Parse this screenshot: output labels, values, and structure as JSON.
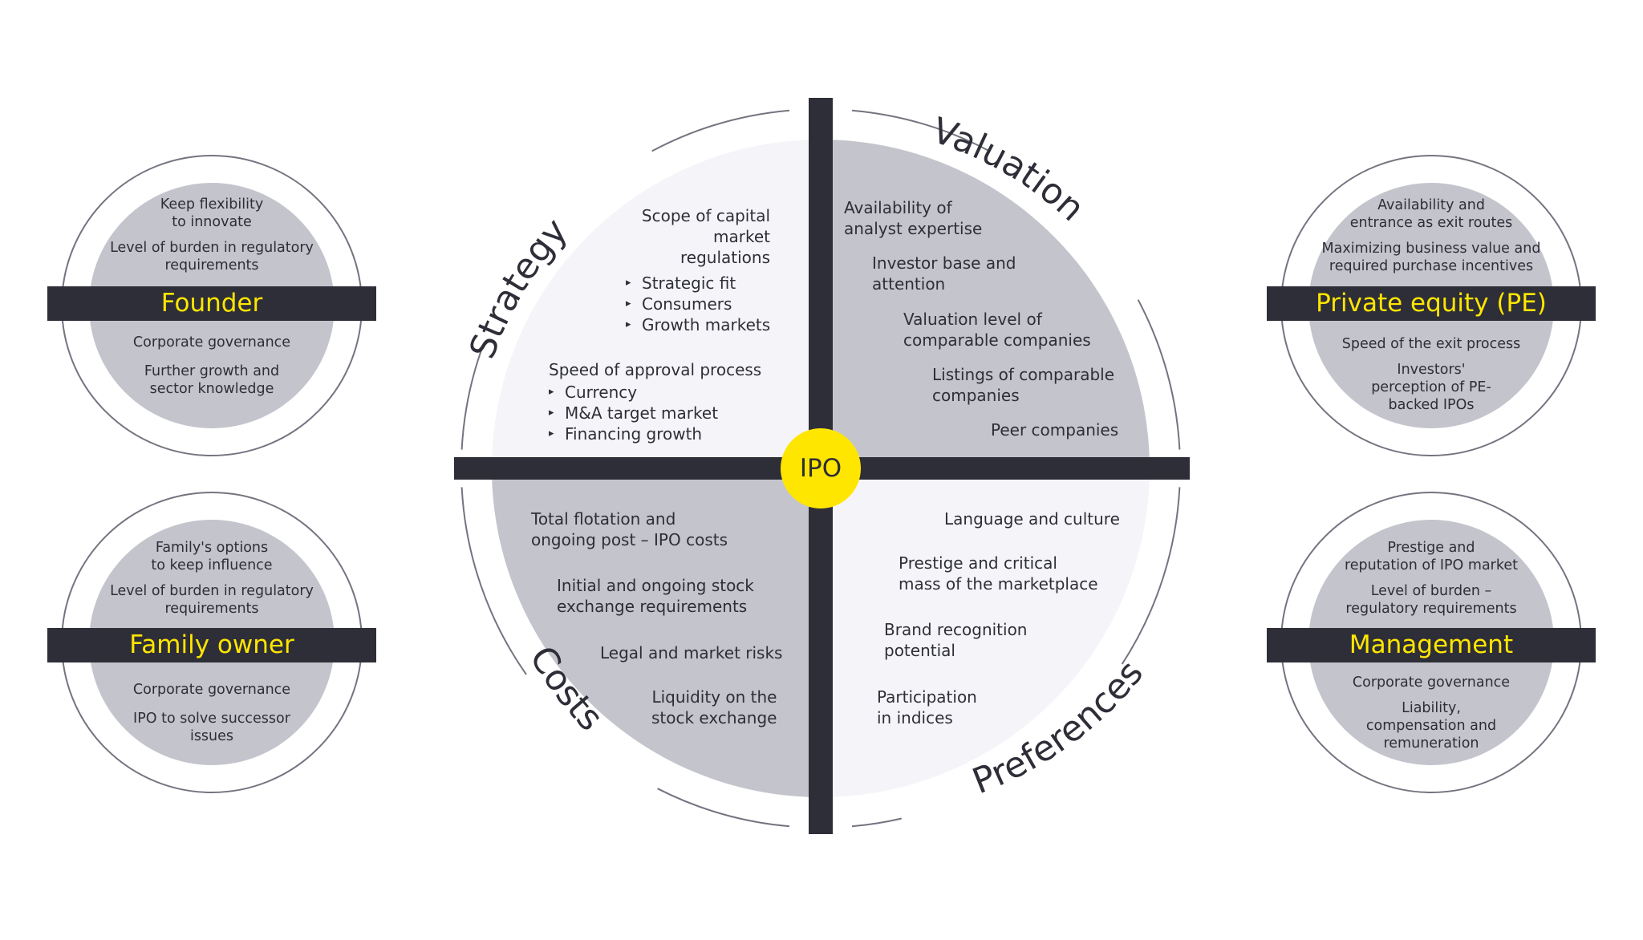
{
  "colors": {
    "dark": "#2e2e38",
    "yellow": "#ffe600",
    "grey_fill": "#c4c4cd",
    "light_fill": "#f5f5f9",
    "ring_stroke": "#747480"
  },
  "center": {
    "label": "IPO"
  },
  "quadrants": {
    "strategy": {
      "title": "Strategy",
      "item1": "Scope of capital\nmarket regulations",
      "item1_bullets": [
        "Strategic fit",
        "Consumers",
        "Growth markets"
      ],
      "item2": "Speed of approval process",
      "item2_bullets": [
        "Currency",
        "M&A target market",
        "Financing growth"
      ]
    },
    "valuation": {
      "title": "Valuation",
      "items": [
        "Availability of\nanalyst expertise",
        "Investor base and\nattention",
        "Valuation level of\ncomparable companies",
        "Listings of comparable\ncompanies",
        "Peer companies"
      ]
    },
    "costs": {
      "title": "Costs",
      "items": [
        "Total flotation and\nongoing post – IPO costs",
        "Initial and ongoing stock\nexchange requirements",
        "Legal and market risks",
        "Liquidity on the\nstock exchange"
      ]
    },
    "preferences": {
      "title": "Preferences",
      "items": [
        "Language and culture",
        "Prestige and critical\nmass of the marketplace",
        "Brand recognition\npotential",
        "Participation\nin indices"
      ]
    }
  },
  "stakeholders": {
    "founder": {
      "title": "Founder",
      "top": [
        "Keep flexibility\nto innovate",
        "Level of burden in regulatory\nrequirements"
      ],
      "bottom": [
        "Corporate governance",
        "Further growth and\nsector knowledge"
      ]
    },
    "family_owner": {
      "title": "Family owner",
      "top": [
        "Family's options\nto keep influence",
        "Level of burden in regulatory\nrequirements"
      ],
      "bottom": [
        "Corporate governance",
        "IPO to solve successor\nissues"
      ]
    },
    "private_equity": {
      "title": "Private equity (PE)",
      "top": [
        "Availability and\nentrance as exit routes",
        "Maximizing business value and\nrequired purchase incentives"
      ],
      "bottom": [
        "Speed of the exit process",
        "Investors'\nperception of PE-\nbacked IPOs"
      ]
    },
    "management": {
      "title": "Management",
      "top": [
        "Prestige and\nreputation of IPO market",
        "Level of burden –\nregulatory requirements"
      ],
      "bottom": [
        "Corporate governance",
        "Liability,\ncompensation and\nremuneration"
      ]
    }
  }
}
